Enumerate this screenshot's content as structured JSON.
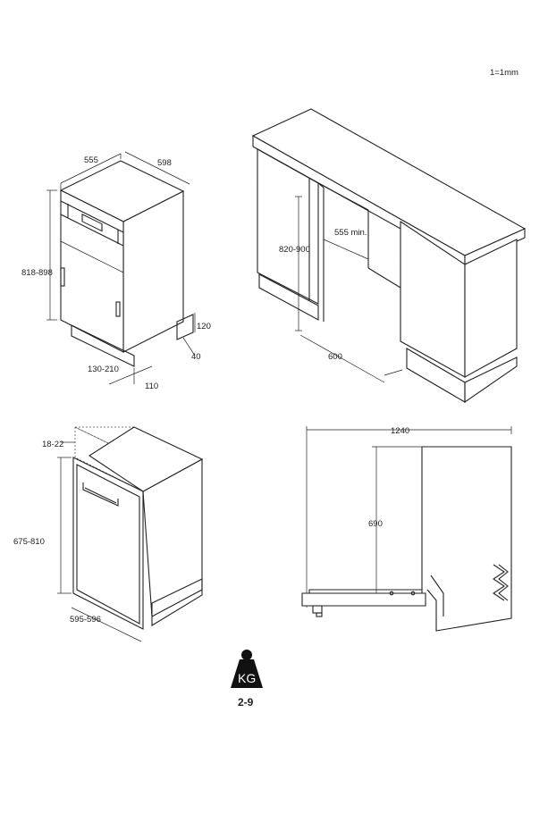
{
  "scale_note": "1=1mm",
  "views": {
    "dishwasher_3d": {
      "depth": "555",
      "width": "598",
      "height": "818-898",
      "plinth_height": "120",
      "plinth_depth": "40",
      "foot_range": "130-210",
      "foot_offset": "110"
    },
    "cabinet_install": {
      "height_range": "820-900",
      "min_width": "555 min.",
      "depth": "600"
    },
    "panel_front": {
      "gap": "18-22",
      "panel_height": "675-810",
      "panel_width": "595-596"
    },
    "door_open_side": {
      "open_length": "1240",
      "door_height": "690"
    }
  },
  "weight": {
    "unit_label": "KG",
    "range": "2-9"
  }
}
